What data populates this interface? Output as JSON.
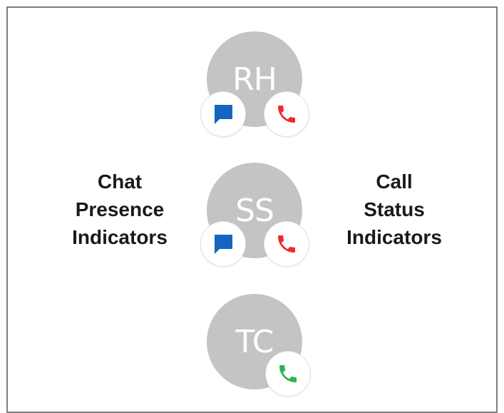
{
  "labels": {
    "left": [
      "Chat",
      "Presence",
      "Indicators"
    ],
    "right": [
      "Call",
      "Status",
      "Indicators"
    ]
  },
  "contacts": [
    {
      "initials": "RH",
      "chat": "blue",
      "call": "red"
    },
    {
      "initials": "SS",
      "chat": "blue",
      "call": "red"
    },
    {
      "initials": "TC",
      "chat": null,
      "call": "green"
    }
  ],
  "colors": {
    "avatar": "#c4c4c4",
    "chat_blue": "#1565c0",
    "call_red": "#ee2a2a",
    "call_green": "#2bb54e"
  },
  "icons": {
    "chat": "chat-bubble-icon",
    "call": "phone-icon"
  }
}
